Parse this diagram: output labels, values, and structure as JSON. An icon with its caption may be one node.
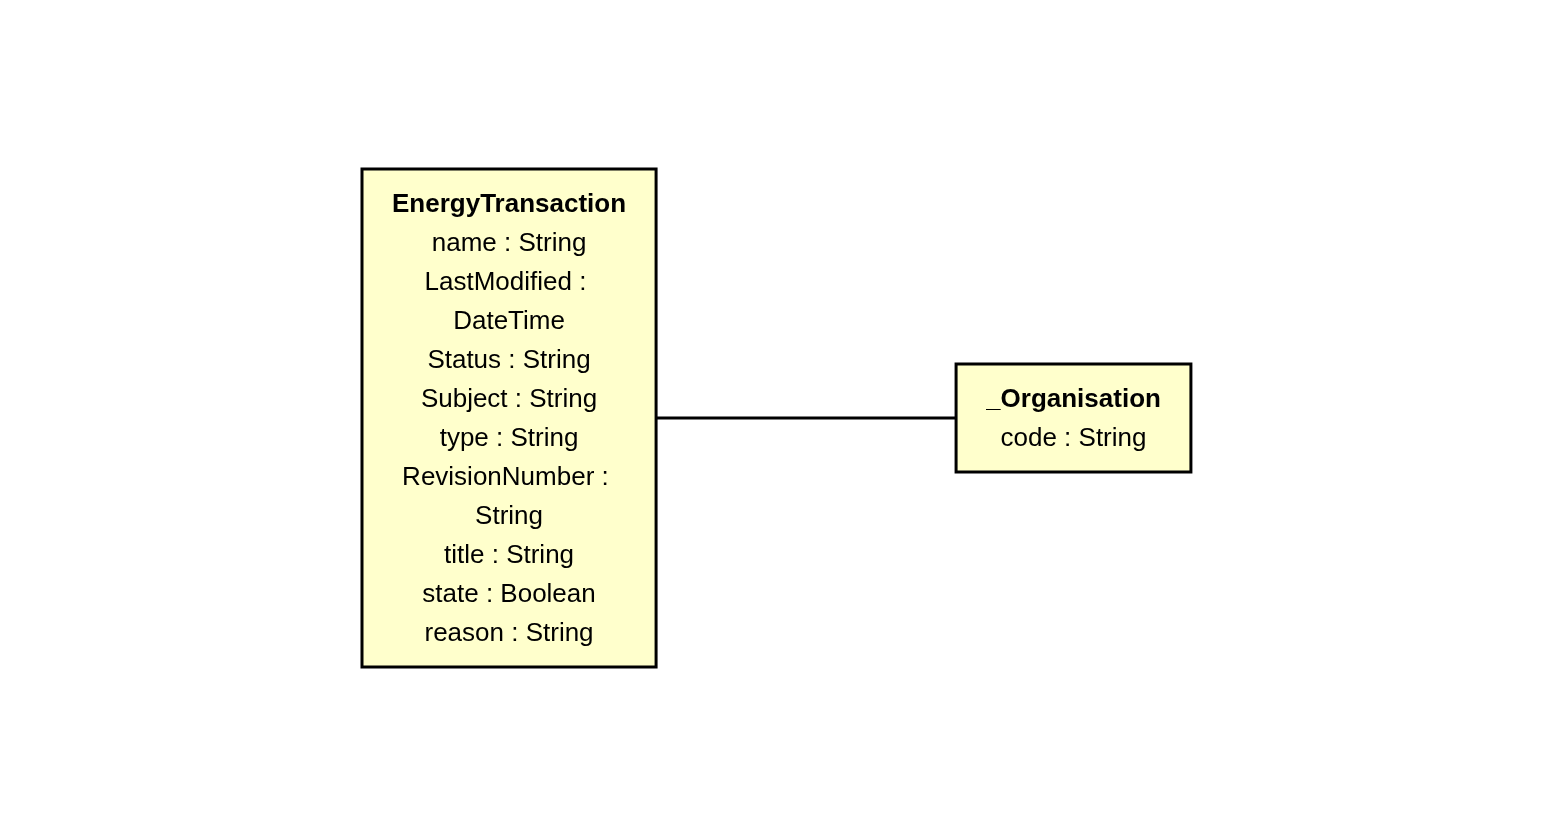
{
  "diagram": {
    "nodes": [
      {
        "text": [
          "EnergyTransaction",
          "name : String",
          "LastModified : DateTime",
          "Status : String",
          "Subject : String",
          "type : String",
          "RevisionNumber : String",
          "title : String",
          "state : Boolean",
          "reason : String"
        ]
      },
      {
        "text": [
          "_Organisation",
          "code : String"
        ]
      }
    ],
    "edges": [
      {
        "from": 0,
        "to": 1,
        "arrow": "none"
      }
    ]
  }
}
